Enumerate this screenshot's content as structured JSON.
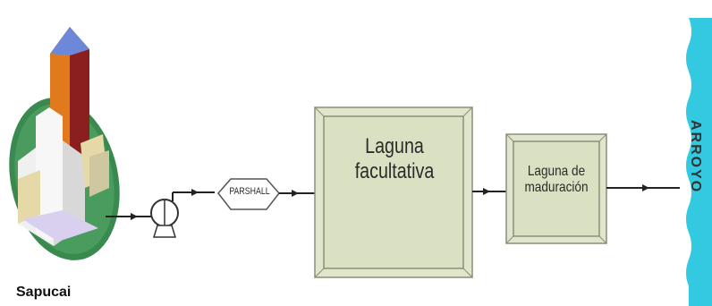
{
  "city_label": "Sapucai",
  "parshall_label": "PARSHALL",
  "facultative_lagoon": {
    "line1": "Laguna",
    "line2": "facultativa"
  },
  "maturation_lagoon": {
    "line1": "Laguna de",
    "line2": "maduración"
  },
  "river_label": "ARROYO",
  "colors": {
    "lagoon_fill": "#dfe6cc",
    "lagoon_border": "#8a8f7a",
    "river": "#33c9e0",
    "city_green": "#3a8a4f",
    "flow_line": "#222222"
  }
}
